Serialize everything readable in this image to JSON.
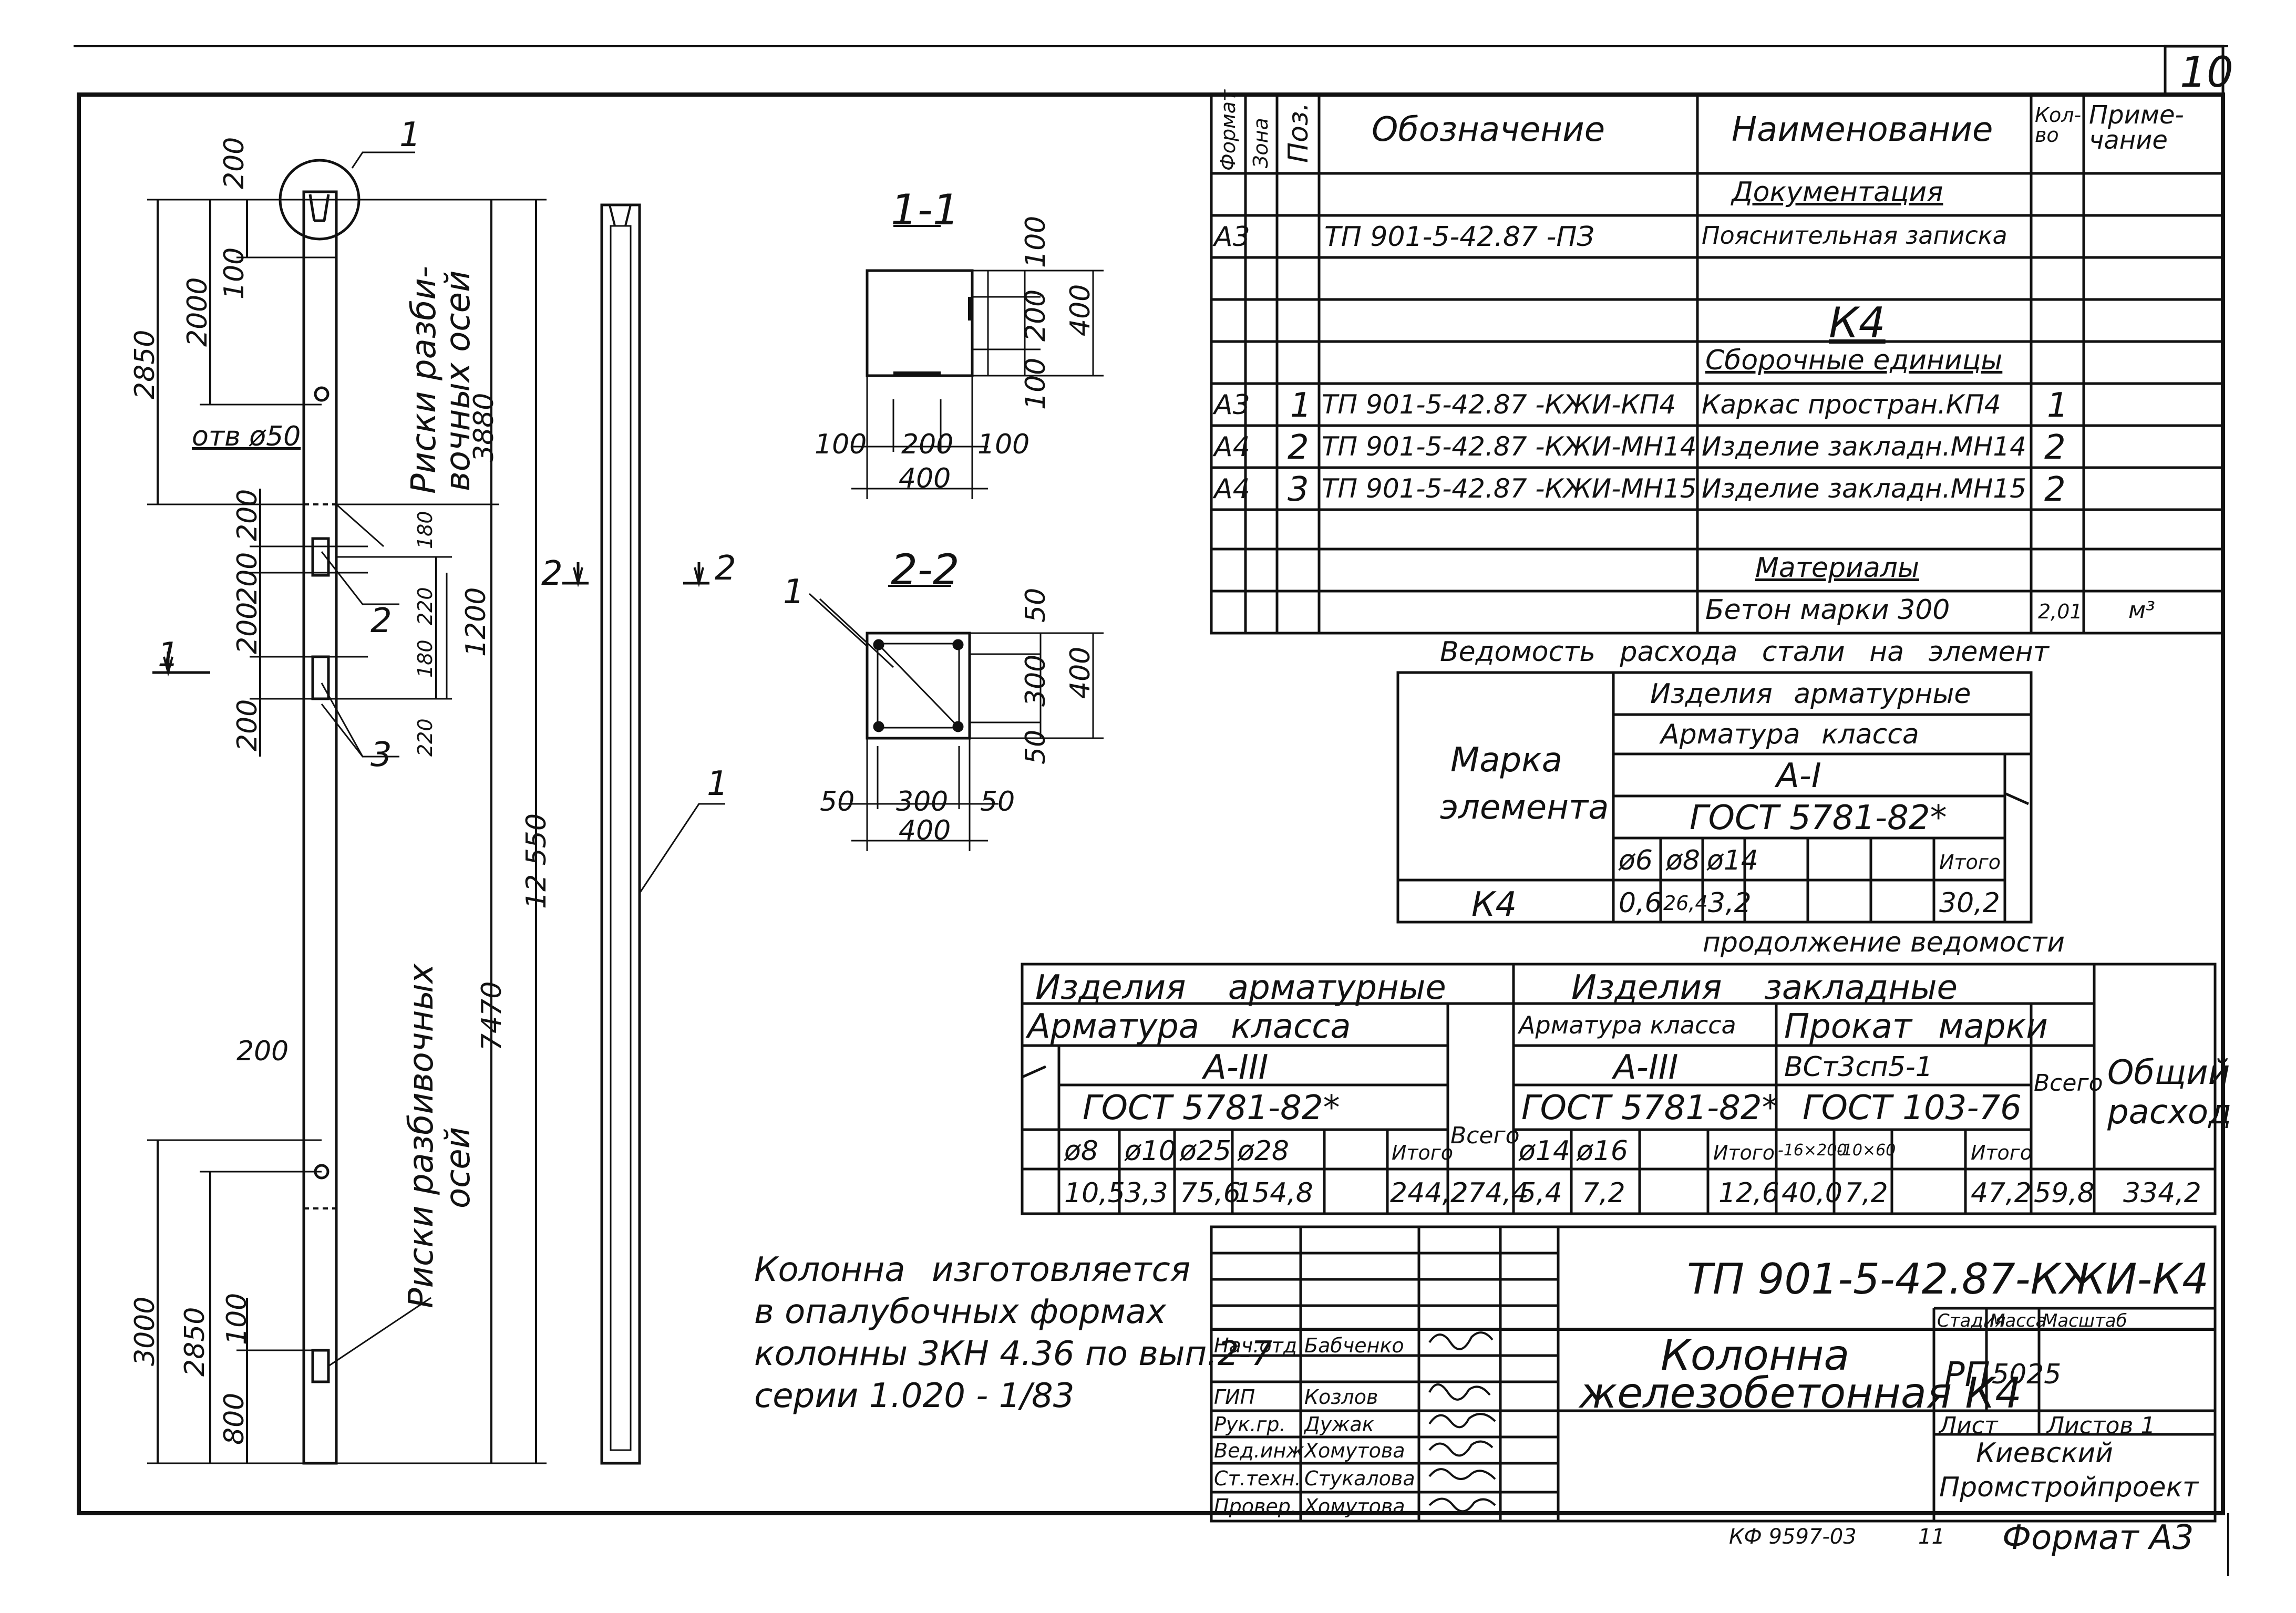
{
  "sheet_number": "10",
  "spec": {
    "headers": {
      "format": "Формат",
      "zone": "Зона",
      "pos": "Поз.",
      "designation": "Обозначение",
      "name": "Наименование",
      "qty": "Кол-во",
      "note": "Приме-чание"
    },
    "section_documents": "Документация",
    "doc_row": {
      "format": "А3",
      "designation": "ТП 901-5-42.87 -ПЗ",
      "name": "Пояснительная записка"
    },
    "section_k4": "К4",
    "section_assemblies": "Сборочные единицы",
    "rows": [
      {
        "format": "А3",
        "pos": "1",
        "designation": "ТП 901-5-42.87 -КЖИ-КП4",
        "name": "Каркас простран.КП4",
        "qty": "1"
      },
      {
        "format": "А4",
        "pos": "2",
        "designation": "ТП 901-5-42.87 -КЖИ-МН14",
        "name": "Изделие закладн.МН14",
        "qty": "2"
      },
      {
        "format": "А4",
        "pos": "3",
        "designation": "ТП 901-5-42.87 -КЖИ-МН15",
        "name": "Изделие закладн.МН15",
        "qty": "2"
      }
    ],
    "section_materials": "Материалы",
    "concrete": {
      "name": "Бетон марки 300",
      "qty": "2,01",
      "note": "м³"
    }
  },
  "steel_title": "Ведомость расхода стали на элемент",
  "steel": {
    "mark_header1": "Марка",
    "mark_header2": "элемента",
    "group": "Изделия арматурные",
    "class_label": "Арматура класса",
    "class": "А-I",
    "gost": "ГОСТ 5781-82*",
    "cols": [
      "ø6",
      "ø8",
      "ø14",
      "",
      "",
      "Итого"
    ],
    "mark": "К4",
    "values": [
      "0,6",
      "26,4",
      "3,2",
      "",
      "",
      "30,2"
    ]
  },
  "continuation_title": "продолжение ведомости",
  "steel2": {
    "group1": "Изделия арматурные",
    "class_label1": "Арматура класса",
    "class1": "А-III",
    "gost1": "ГОСТ 5781-82*",
    "cols1": [
      "ø8",
      "ø10",
      "ø25",
      "ø28",
      "",
      "Итого"
    ],
    "vals1": [
      "10,5",
      "3,3",
      "75,6",
      "154,8",
      "",
      "244,2"
    ],
    "total1_label": "Всего",
    "total1": "274,4",
    "group2": "Изделия закладные",
    "class_label2": "Арматура класса",
    "class2": "А-III",
    "gost2": "ГОСТ 5781-82*",
    "cols2": [
      "ø14",
      "ø16",
      "",
      "Итого"
    ],
    "vals2": [
      "5,4",
      "7,2",
      "",
      "12,6"
    ],
    "rolled_label": "Прокат марки",
    "rolled_grade": "ВСт3сп5-1",
    "rolled_gost": "ГОСТ 103-76",
    "cols3": [
      "-16×200",
      "-10×60",
      "",
      "Итого"
    ],
    "vals3": [
      "40,0",
      "7,2",
      "",
      "47,2"
    ],
    "total2_label": "Всего",
    "total2": "59,8",
    "grand_label1": "Общий",
    "grand_label2": "расход",
    "grand": "334,2"
  },
  "note_lines": [
    "Колонна изготовляется",
    "в опалубочных формах",
    "колонны 3КН 4.36 по вып.2-7",
    "серии 1.020 - 1/83"
  ],
  "title_block": {
    "code": "ТП 901-5-42.87-КЖИ-К4",
    "name1": "Колонна",
    "name2": "железобетонная К4",
    "stage_label": "Стадия",
    "mass_label": "Масса",
    "scale_label": "Масштаб",
    "stage": "РП",
    "mass": "5025",
    "sheet_label": "Лист",
    "sheets_label": "Листов 1",
    "org1": "Киевский",
    "org2": "Промстройпроект",
    "people": [
      {
        "role": "Нач.отд",
        "name": "Бабченко"
      },
      {
        "role": "ГИП",
        "name": "Козлов"
      },
      {
        "role": "Рук.гр.",
        "name": "Дужак"
      },
      {
        "role": "Вед.инж",
        "name": "Хомутова"
      },
      {
        "role": "Ст.техн.",
        "name": "Стукалова"
      },
      {
        "role": "Провер.",
        "name": "Хомутова"
      }
    ]
  },
  "footer": {
    "code": "КФ 9597-03",
    "page": "11",
    "format": "Формат А3"
  },
  "drawing": {
    "callout1": "1",
    "hole": "отв ø50",
    "marks_top_1": "Риски разби-",
    "marks_top_2": "вочных осей",
    "marks_bottom_1": "Риски разбивочных",
    "marks_bottom_2": "осей",
    "dims_left": [
      "2850",
      "2000",
      "200",
      "100",
      "200",
      "200",
      "200",
      "200",
      "200",
      "200",
      "3000",
      "2850",
      "800",
      "100"
    ],
    "dims_right": [
      "3880",
      "180",
      "220",
      "180",
      "220",
      "1200",
      "7470",
      "12 550"
    ],
    "pos_2": "2",
    "pos_3": "3",
    "cut1": "1",
    "cut2": "2",
    "side_callout": "1",
    "sec1_title": "1-1",
    "sec1_dims": [
      "100",
      "200",
      "100",
      "400",
      "100",
      "200",
      "100",
      "400"
    ],
    "sec2_title": "2-2",
    "sec2_callout": "1",
    "sec2_dims": [
      "50",
      "300",
      "50",
      "400",
      "50",
      "300",
      "50",
      "400"
    ]
  }
}
